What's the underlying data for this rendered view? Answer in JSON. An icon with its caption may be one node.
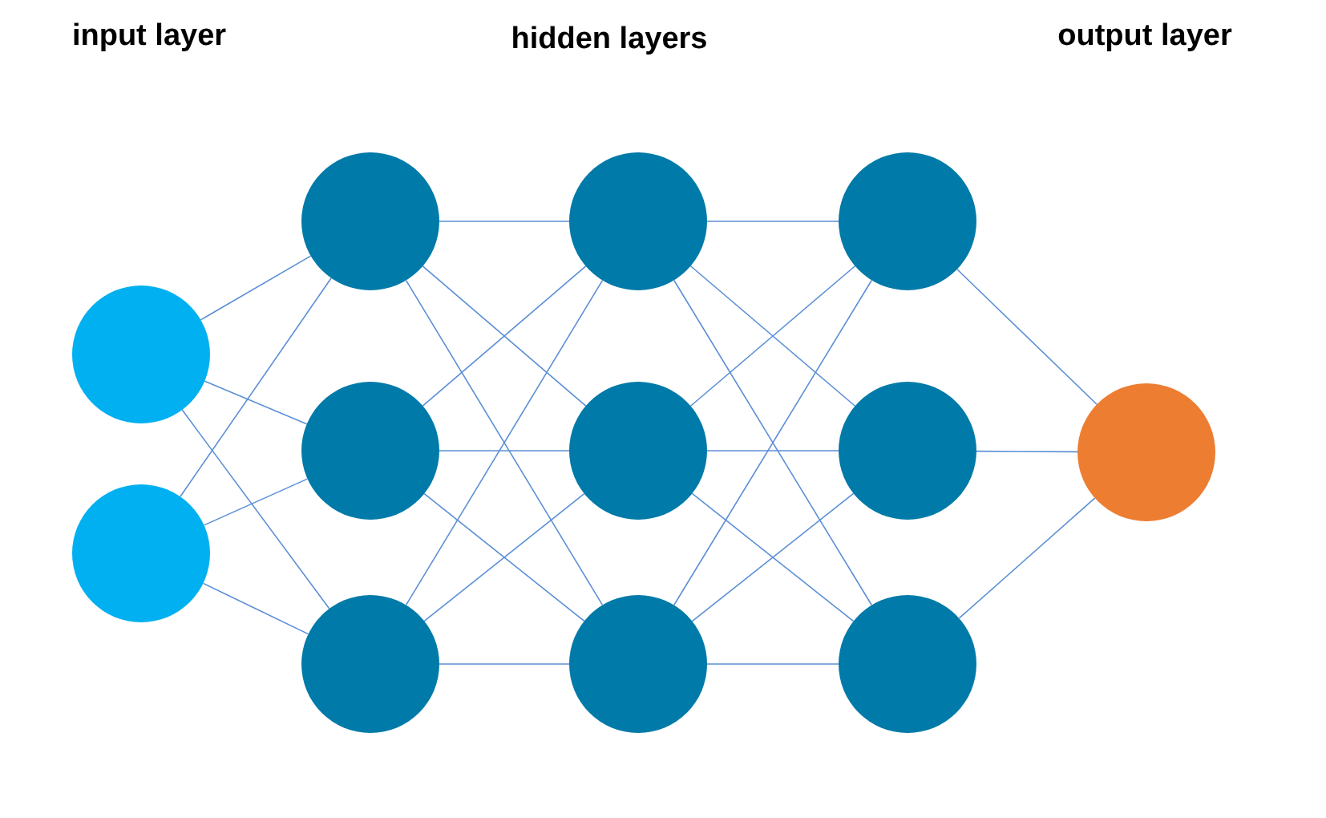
{
  "diagram": {
    "nodes": [
      {
        "text": [],
        "shape": "circle"
      },
      {
        "text": [],
        "shape": "circle"
      },
      {
        "text": [],
        "shape": "circle"
      },
      {
        "text": [],
        "shape": "circle"
      },
      {
        "text": [],
        "shape": "circle"
      },
      {
        "text": [],
        "shape": "circle"
      },
      {
        "text": [],
        "shape": "circle"
      },
      {
        "text": [],
        "shape": "circle"
      },
      {
        "text": [],
        "shape": "circle"
      },
      {
        "text": [],
        "shape": "circle"
      },
      {
        "text": [],
        "shape": "circle"
      },
      {
        "text": [],
        "shape": "circle"
      }
    ],
    "edges": [
      {
        "from": 0,
        "to": 2,
        "arrow": "none"
      },
      {
        "from": 0,
        "to": 3,
        "arrow": "none"
      },
      {
        "from": 0,
        "to": 4,
        "arrow": "none"
      },
      {
        "from": 1,
        "to": 2,
        "arrow": "none"
      },
      {
        "from": 1,
        "to": 3,
        "arrow": "none"
      },
      {
        "from": 1,
        "to": 4,
        "arrow": "none"
      },
      {
        "from": 2,
        "to": 5,
        "arrow": "none"
      },
      {
        "from": 2,
        "to": 6,
        "arrow": "none"
      },
      {
        "from": 2,
        "to": 7,
        "arrow": "none"
      },
      {
        "from": 3,
        "to": 5,
        "arrow": "none"
      },
      {
        "from": 3,
        "to": 6,
        "arrow": "none"
      },
      {
        "from": 3,
        "to": 7,
        "arrow": "none"
      },
      {
        "from": 4,
        "to": 5,
        "arrow": "none"
      },
      {
        "from": 4,
        "to": 6,
        "arrow": "none"
      },
      {
        "from": 4,
        "to": 7,
        "arrow": "none"
      },
      {
        "from": 5,
        "to": 8,
        "arrow": "none"
      },
      {
        "from": 5,
        "to": 9,
        "arrow": "none"
      },
      {
        "from": 5,
        "to": 10,
        "arrow": "none"
      },
      {
        "from": 6,
        "to": 8,
        "arrow": "none"
      },
      {
        "from": 6,
        "to": 9,
        "arrow": "none"
      },
      {
        "from": 6,
        "to": 10,
        "arrow": "none"
      },
      {
        "from": 7,
        "to": 8,
        "arrow": "none"
      },
      {
        "from": 7,
        "to": 9,
        "arrow": "none"
      },
      {
        "from": 7,
        "to": 10,
        "arrow": "none"
      },
      {
        "from": 8,
        "to": 11,
        "arrow": "none"
      },
      {
        "from": 9,
        "to": 11,
        "arrow": "none"
      },
      {
        "from": 10,
        "to": 11,
        "arrow": "none"
      }
    ],
    "labels": [
      "input layer",
      "hidden layers",
      "output layer"
    ]
  }
}
